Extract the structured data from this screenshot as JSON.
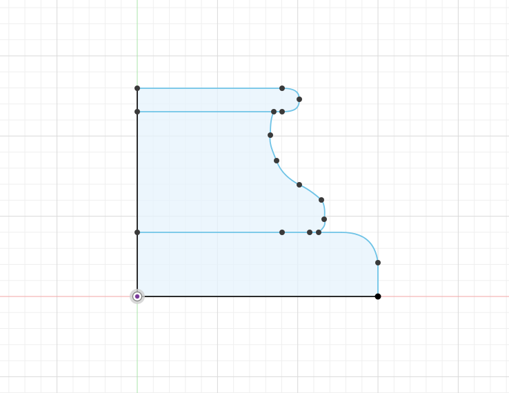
{
  "app": {
    "view": "sketch-canvas"
  },
  "colors": {
    "background": "#ffffff",
    "grid_minor": "#efefef",
    "grid_major": "#d9d9d9",
    "axis_x": "#f0a6a6",
    "axis_y": "#a9e6a9",
    "profile_fill": "#e6f3fc",
    "curve": "#6ec3e6",
    "constraint_line": "#2b2b2b",
    "point": "#3a3a3a",
    "origin": "#7a3a9a"
  },
  "icons": {
    "origin": "origin-marker-icon",
    "sketch_point": "sketch-point-icon"
  },
  "sketch": {
    "profiles_count": 1,
    "points_count": 18
  }
}
